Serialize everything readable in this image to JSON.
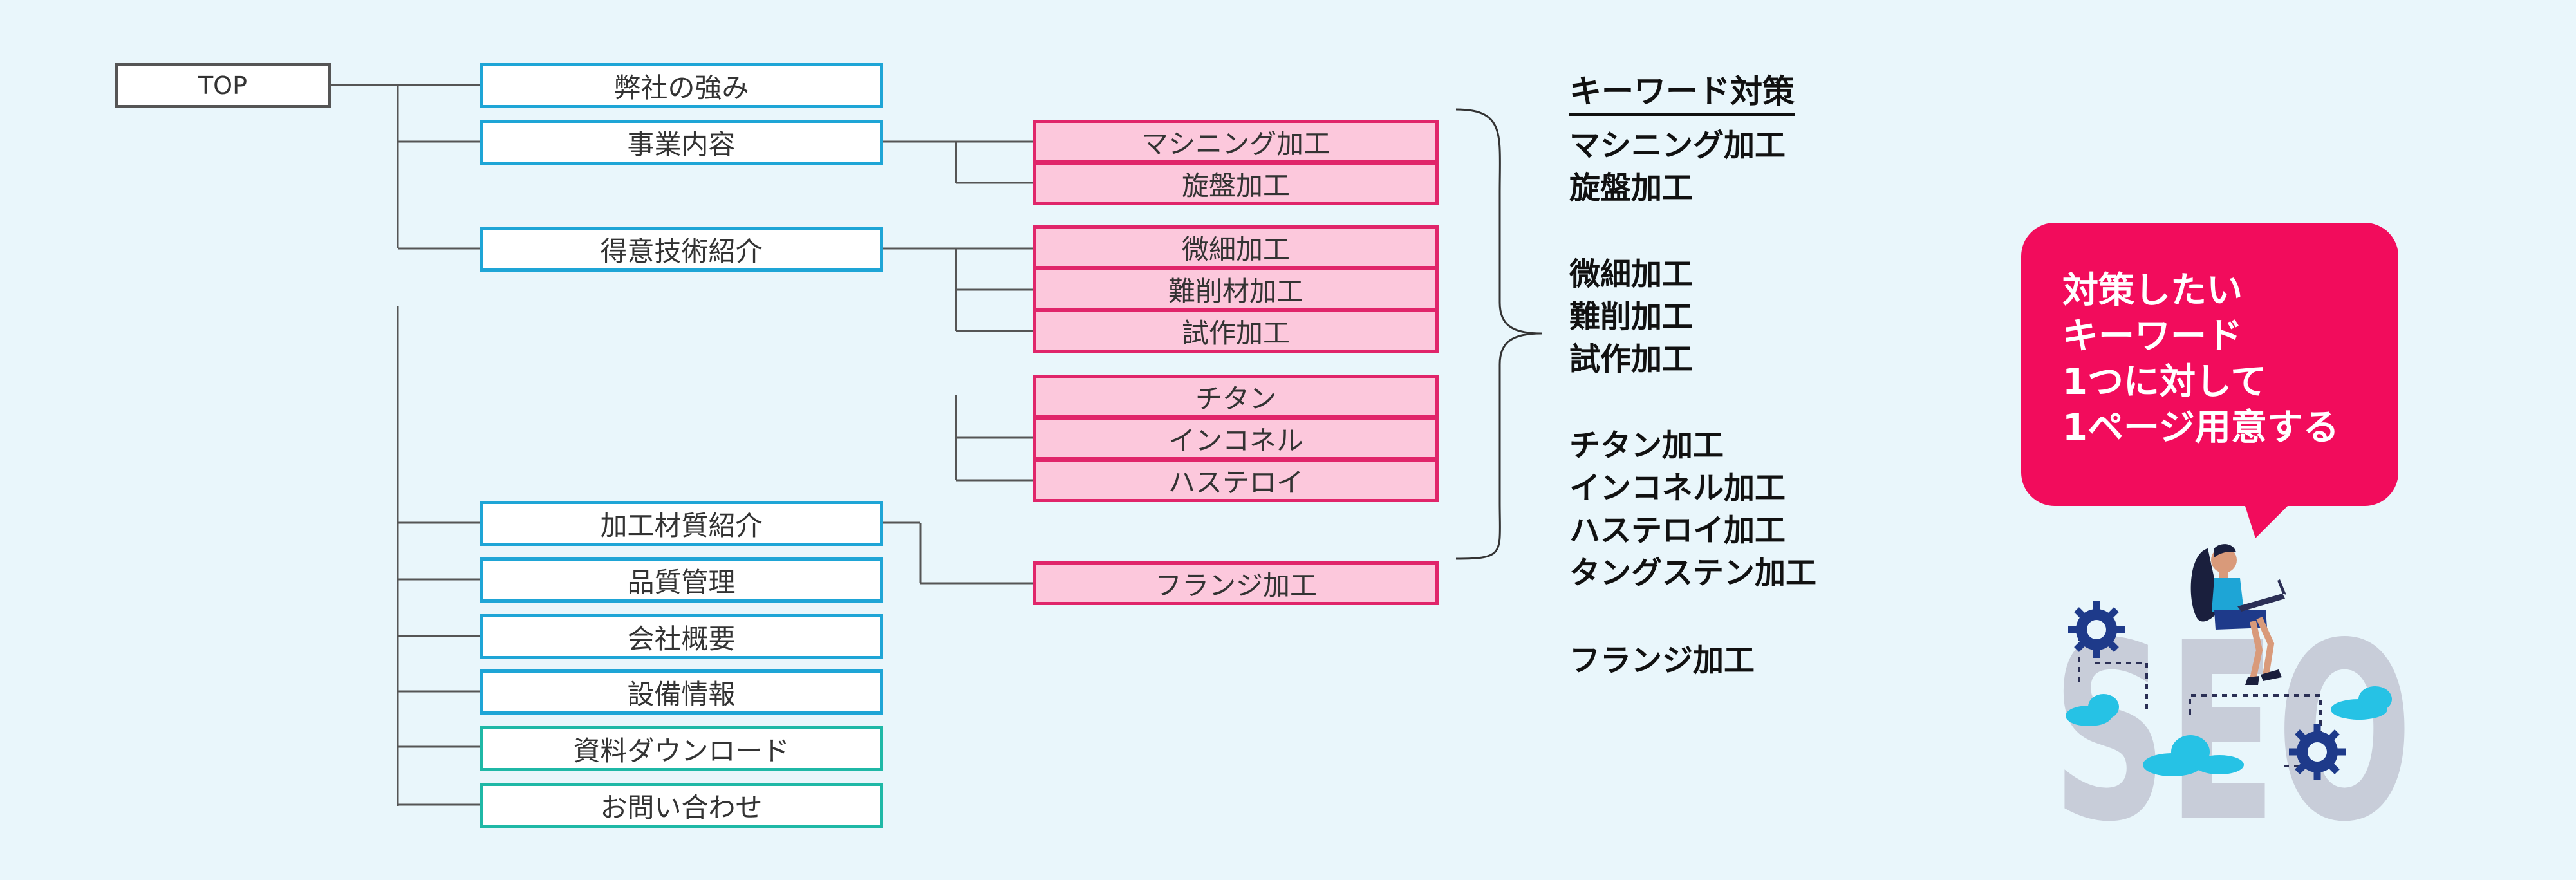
{
  "sitemap": {
    "top": "TOP",
    "pages": [
      {
        "id": "strengths",
        "label": "弊社の強み"
      },
      {
        "id": "business",
        "label": "事業内容"
      },
      {
        "id": "technology",
        "label": "得意技術紹介"
      },
      {
        "id": "materials",
        "label": "加工材質紹介"
      },
      {
        "id": "quality",
        "label": "品質管理"
      },
      {
        "id": "company",
        "label": "会社概要"
      },
      {
        "id": "equipment",
        "label": "設備情報"
      },
      {
        "id": "download",
        "label": "資料ダウンロード"
      },
      {
        "id": "contact",
        "label": "お問い合わせ"
      }
    ],
    "subpages": [
      {
        "id": "machining",
        "label": "マシニング加工"
      },
      {
        "id": "lathe",
        "label": "旋盤加工"
      },
      {
        "id": "micro",
        "label": "微細加工"
      },
      {
        "id": "difficult",
        "label": "難削材加工"
      },
      {
        "id": "prototype",
        "label": "試作加工"
      },
      {
        "id": "titanium",
        "label": "チタン"
      },
      {
        "id": "inconel",
        "label": "インコネル"
      },
      {
        "id": "hastelloy",
        "label": "ハステロイ"
      },
      {
        "id": "flange",
        "label": "フランジ加工"
      }
    ]
  },
  "keywords": {
    "title": "キーワード対策",
    "items": [
      "マシニング加工",
      "旋盤加工",
      "微細加工",
      "難削加工",
      "試作加工",
      "チタン加工",
      "インコネル加工",
      "ハステロイ加工",
      "タングステン加工",
      "フランジ加工"
    ]
  },
  "callout": {
    "lines": [
      "対策したい",
      "キーワード",
      "1つに対して",
      "1ページ用意する"
    ]
  },
  "illustration": {
    "letters": "SEO",
    "icons": [
      "person-with-laptop-icon",
      "gear-icon",
      "cloud-icon"
    ]
  },
  "colors": {
    "background": "#e9f6fb",
    "page_border": "#1ea5d6",
    "download_contact_border": "#1fb8a6",
    "subpage_border": "#e0256a",
    "subpage_fill": "#fcc8dc",
    "callout": "#f20c5c"
  }
}
